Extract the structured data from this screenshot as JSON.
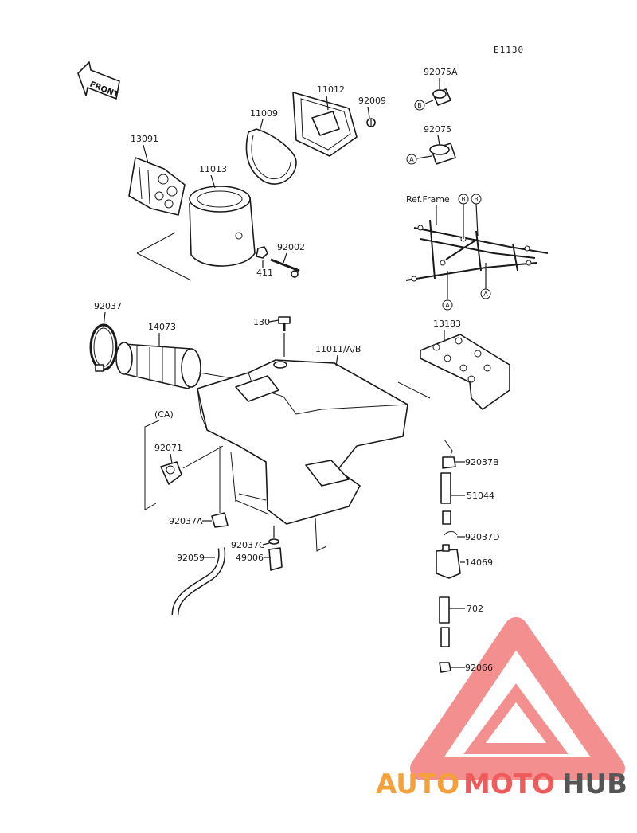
{
  "diagram": {
    "code": "E1130",
    "front_label": "FRONT",
    "ref_frame_label": "Ref.Frame",
    "ca_label": "(CA)",
    "callouts": {
      "a": "A",
      "b": "B"
    },
    "parts": {
      "p13091": "13091",
      "p11009": "11009",
      "p11012": "11012",
      "p92009": "92009",
      "p11013": "11013",
      "p92002": "92002",
      "p411": "411",
      "p92075a": "92075A",
      "p92075": "92075",
      "p92037": "92037",
      "p14073": "14073",
      "p130": "130",
      "p11011": "11011/A/B",
      "p13183": "13183",
      "p92071": "92071",
      "p92037a": "92037A",
      "p92037c": "92037C",
      "p49006": "49006",
      "p92059": "92059",
      "p92037b": "92037B",
      "p51044": "51044",
      "p92037d": "92037D",
      "p14069": "14069",
      "p702": "702",
      "p92066": "92066"
    }
  },
  "watermark": {
    "auto": "AUTO",
    "moto": "MOTO",
    "hub": "HUB",
    "colors": {
      "orange": "#f5a03a",
      "red": "#ef5a5a",
      "gray": "#555555"
    }
  }
}
